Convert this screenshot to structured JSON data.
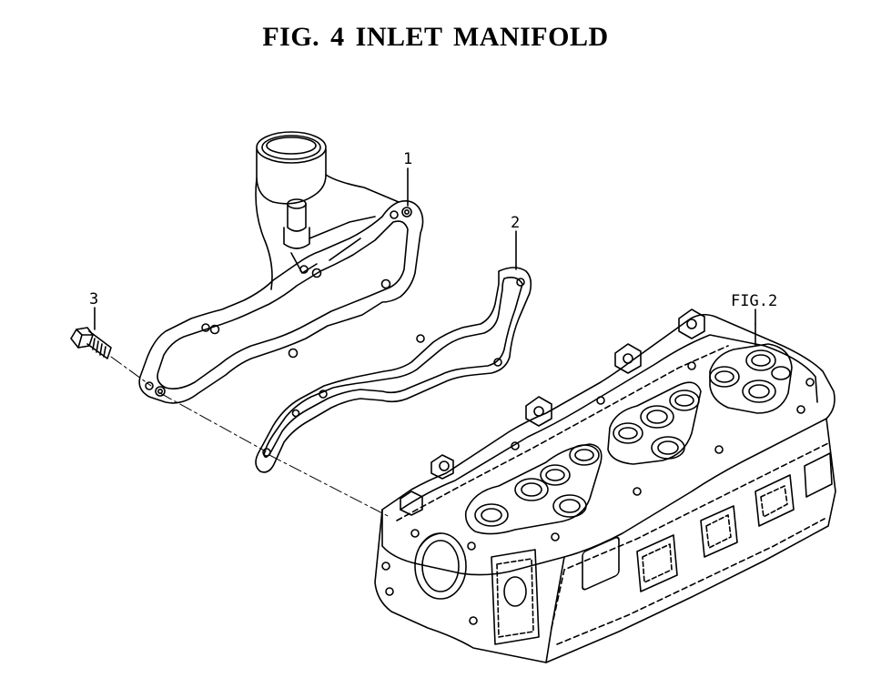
{
  "title": "FIG.  4  INLET MANIFOLD",
  "callouts": {
    "part1": "1",
    "part2": "2",
    "part3": "3",
    "ref_fig": "FIG.2"
  },
  "colors": {
    "line": "#000000",
    "background": "#ffffff"
  }
}
